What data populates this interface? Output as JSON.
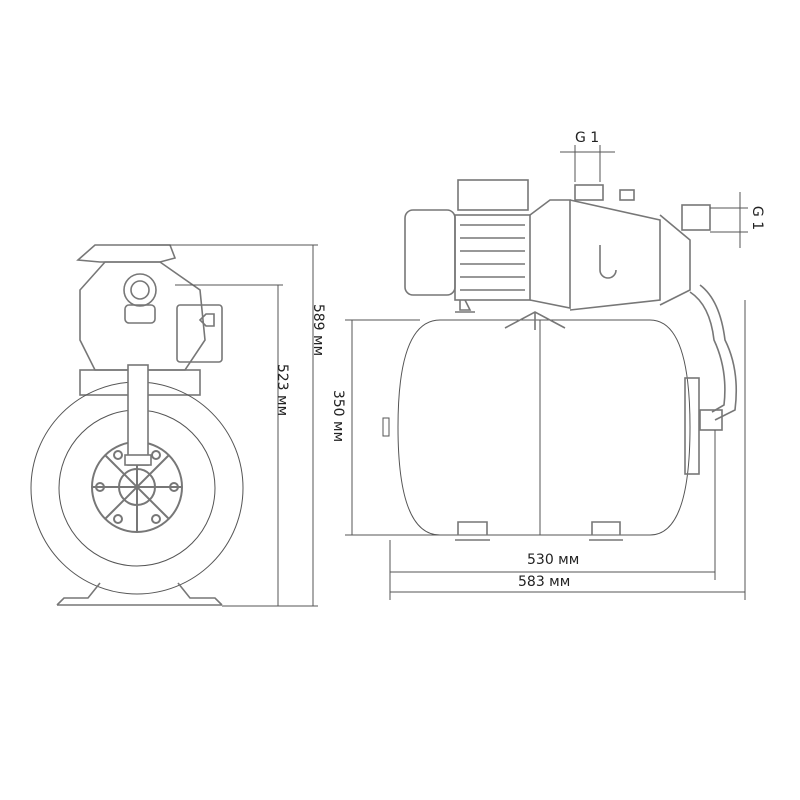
{
  "title": "Pump station dimension drawing",
  "dimensions": {
    "overall_height": "589 мм",
    "pump_height": "523 мм",
    "tank_diameter": "350 мм",
    "tank_length": "530 мм",
    "overall_length": "583 мм",
    "inlet_thread": "G 1",
    "outlet_thread": "G 1"
  },
  "colors": {
    "line": "#555555",
    "part": "#777777",
    "text": "#222222"
  }
}
